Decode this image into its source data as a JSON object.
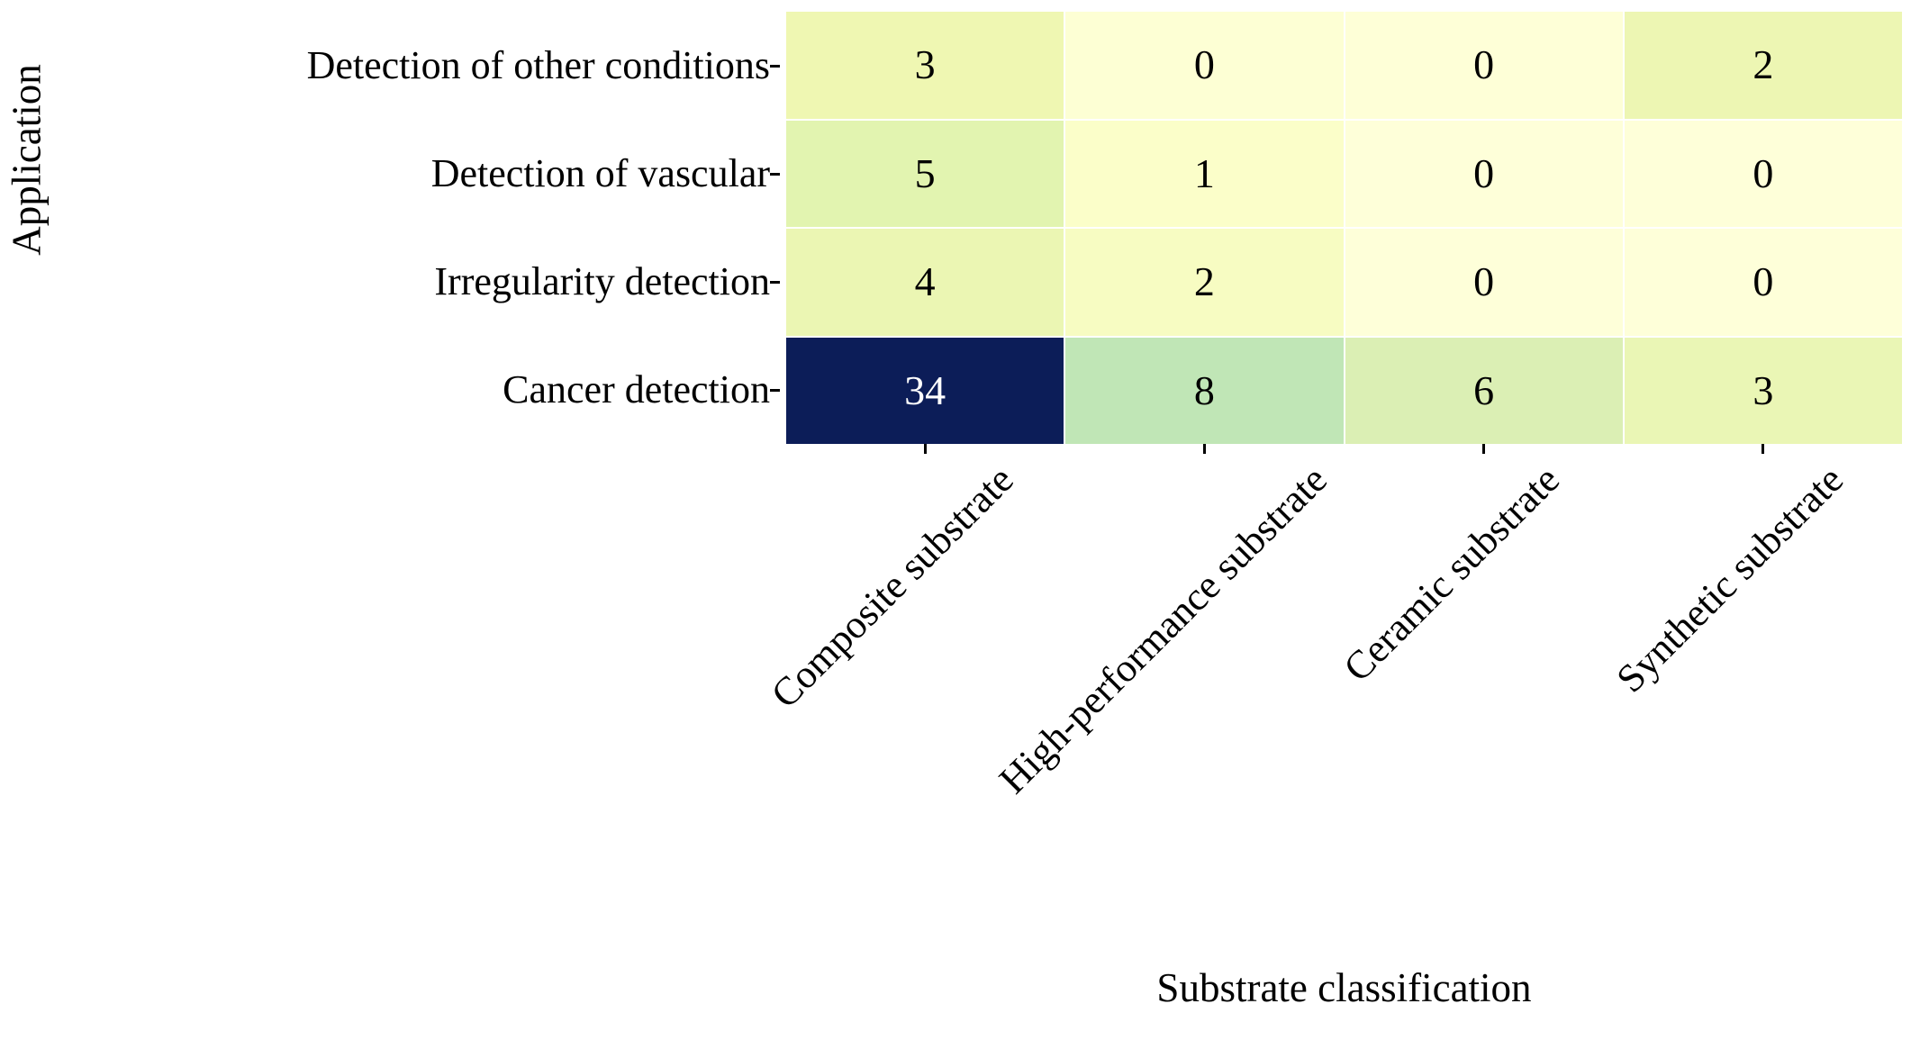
{
  "chart_data": {
    "type": "heatmap",
    "title": "",
    "xlabel": "Substrate classification",
    "ylabel": "Application",
    "x_categories": [
      "Composite substrate",
      "High-performance substrate",
      "Ceramic substrate",
      "Synthetic substrate"
    ],
    "y_categories": [
      "Detection of other conditions",
      "Detection of vascular",
      "Irregularity detection",
      "Cancer detection"
    ],
    "values": [
      [
        3,
        0,
        0,
        2
      ],
      [
        5,
        1,
        0,
        0
      ],
      [
        4,
        2,
        0,
        0
      ],
      [
        34,
        8,
        6,
        3
      ]
    ],
    "cell_colors": [
      [
        "#EFF7B2",
        "#FDFFD4",
        "#FEFFD7",
        "#EDF6B3"
      ],
      [
        "#E2F4B0",
        "#FBFEC9",
        "#FEFFD9",
        "#FEFFD9"
      ],
      [
        "#EBF6B3",
        "#F7FCC2",
        "#FEFFD9",
        "#FEFFD9"
      ],
      [
        "#0C1D58",
        "#C0E6B6",
        "#DBEFB4",
        "#EAF6B5"
      ]
    ],
    "text_colors": [
      [
        "#000000",
        "#000000",
        "#000000",
        "#000000"
      ],
      [
        "#000000",
        "#000000",
        "#000000",
        "#000000"
      ],
      [
        "#000000",
        "#000000",
        "#000000",
        "#000000"
      ],
      [
        "#FFFFFF",
        "#000000",
        "#000000",
        "#000000"
      ]
    ],
    "colormap": "YlGnBu",
    "vmin": 0,
    "vmax": 34,
    "grid": false,
    "legend": "none",
    "annotations": "cell values shown as integers",
    "background_color": "#FFFFFF",
    "gridline_color": "#FFFFFF"
  }
}
